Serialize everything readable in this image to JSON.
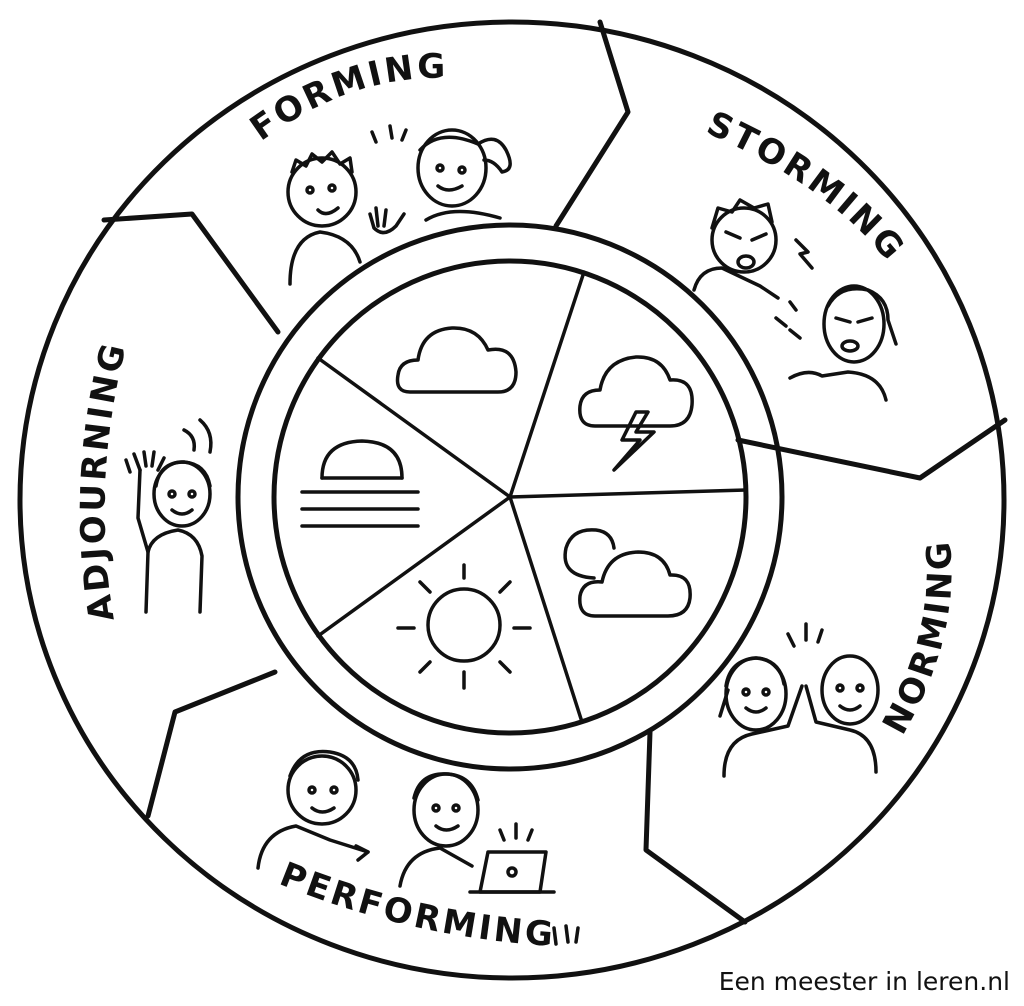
{
  "stages": [
    {
      "key": "forming",
      "label": "FORMING"
    },
    {
      "key": "storming",
      "label": "STORMING"
    },
    {
      "key": "norming",
      "label": "NORMING"
    },
    {
      "key": "performing",
      "label": "PERFORMING"
    },
    {
      "key": "adjourning",
      "label": "ADJOURNING"
    }
  ],
  "weather_icons": [
    "cloud-icon",
    "storm-cloud-icon",
    "sun-behind-clouds-icon",
    "sun-icon",
    "sunset-icon"
  ],
  "credit": "Een meester in leren.nl"
}
